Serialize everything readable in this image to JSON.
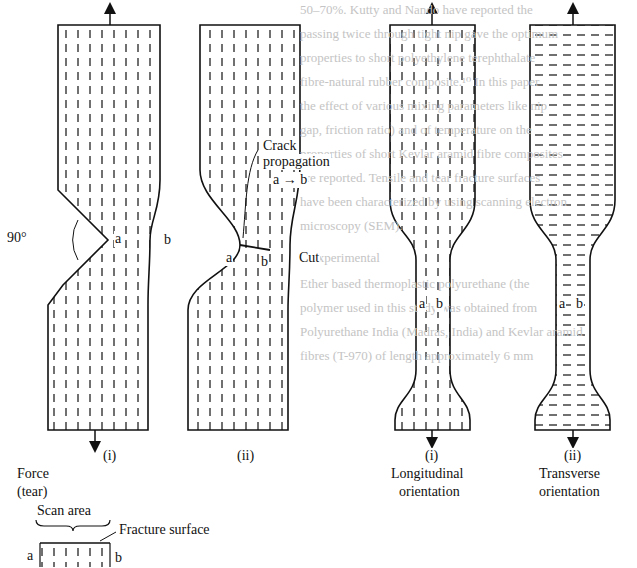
{
  "diagram": {
    "labels": [
      "50–70%. Kutty and Nando have reported the",
      "passing twice through tight nip gave the optimum",
      "properties to short polyethylene terephthalate",
      "fibre-natural rubber composite.¹⁰ In this paper",
      "the effect of various mixing parameters like nip",
      "gap, friction ratio) and of temperature on the",
      "properties of short Kevlar aramid fibre composites",
      "are reported. Tensile and tear fracture surfaces",
      "have been characterized by using scanning electron",
      "microscopy (SEM).",
      "2 Experimental",
      "Ether based thermoplastic polyurethane (the",
      "polymer used in this study was obtained from",
      "Polyurethane India (Madras, India) and Kevlar aramid",
      "fibres (T-970) of length approximately 6 mm",
      "90°",
      "a",
      "b",
      "(i)",
      "Force",
      "(tear)",
      "Crack",
      "propagation",
      "a → b",
      "a",
      "b",
      "Cut",
      "(ii)",
      "a",
      "b",
      "(i)",
      "Longitudinal",
      "orientation",
      "a",
      "b",
      "(ii)",
      "Transverse",
      "orientation",
      "Scan area",
      "Fracture surface",
      "a",
      "b"
    ]
  }
}
